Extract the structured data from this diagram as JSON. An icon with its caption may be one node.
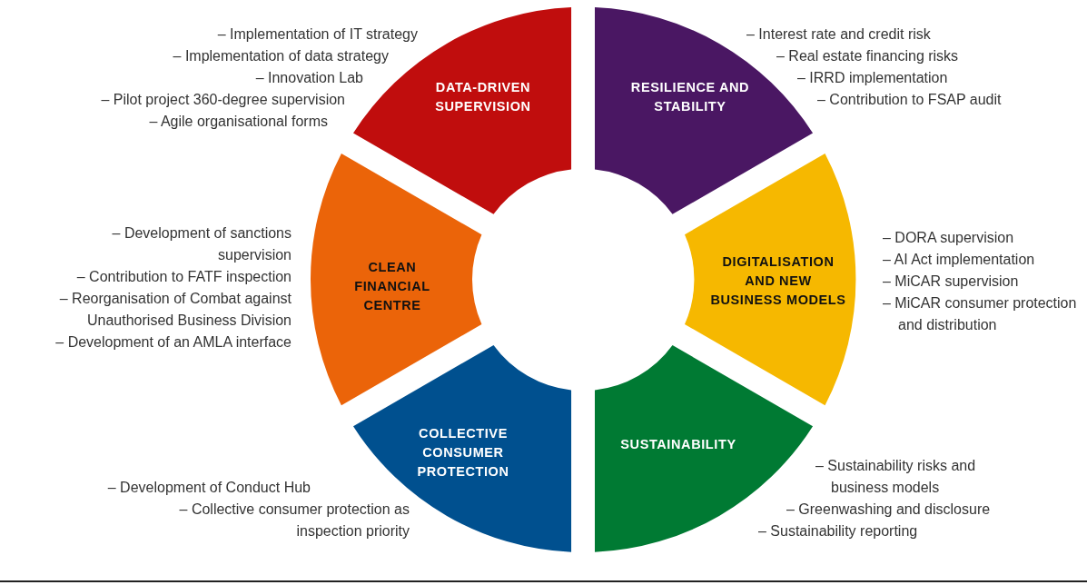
{
  "diagram": {
    "nodes": [
      {
        "text": [
          "DATA-DRIVEN SUPERVISION"
        ],
        "beside": [
          "– Implementation of IT strategy",
          "– Implementation of data strategy",
          "– Innovation Lab",
          "– Pilot project 360-degree supervision",
          "– Agile organisational forms"
        ]
      },
      {
        "text": [
          "RESILIENCE AND STABILITY"
        ],
        "beside": [
          "– Interest rate and credit risk",
          "– Real estate financing risks",
          "– IRRD implementation",
          "– Contribution to FSAP audit"
        ]
      },
      {
        "text": [
          "CLEAN FINANCIAL CENTRE"
        ],
        "beside": [
          "– Development of sanctions supervision",
          "– Contribution to FATF inspection",
          "– Reorganisation of Combat against Unauthorised Business Division",
          "– Development of an AMLA interface"
        ]
      },
      {
        "text": [
          "DIGITALISATION AND NEW BUSINESS MODELS"
        ],
        "beside": [
          "– DORA supervision",
          "– AI Act implementation",
          "– MiCAR supervision",
          "– MiCAR consumer protection and distribution"
        ]
      },
      {
        "text": [
          "COLLECTIVE CONSUMER PROTECTION"
        ],
        "beside": [
          "– Development of Conduct Hub",
          "– Collective consumer protection as inspection priority"
        ]
      },
      {
        "text": [
          "SUSTAINABILITY"
        ],
        "beside": [
          "– Sustainability risks and business models",
          "– Greenwashing and disclosure",
          "– Sustainability reporting"
        ]
      }
    ]
  }
}
